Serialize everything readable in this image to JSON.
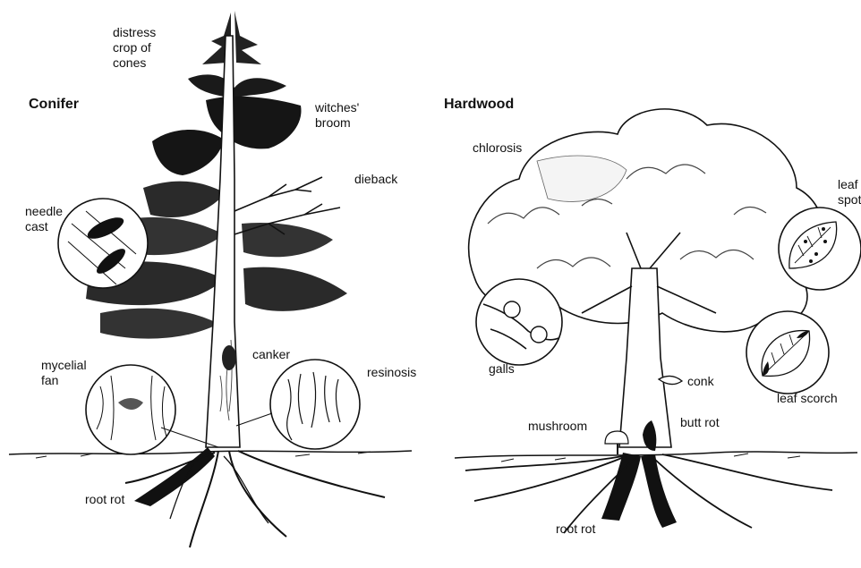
{
  "conifer": {
    "title": "Conifer",
    "labels": {
      "distress_crop": "distress\ncrop of\ncones",
      "witches_broom": "witches'\nbroom",
      "dieback": "dieback",
      "needle_cast": "needle\ncast",
      "canker": "canker",
      "mycelial_fan": "mycelial\nfan",
      "resinosis": "resinosis",
      "root_rot": "root rot"
    }
  },
  "hardwood": {
    "title": "Hardwood",
    "labels": {
      "chlorosis": "chlorosis",
      "leaf_spot": "leaf\nspot",
      "galls": "galls",
      "conk": "conk",
      "leaf_scorch": "leaf scorch",
      "mushroom": "mushroom",
      "butt_rot": "butt rot",
      "root_rot": "root rot"
    }
  }
}
